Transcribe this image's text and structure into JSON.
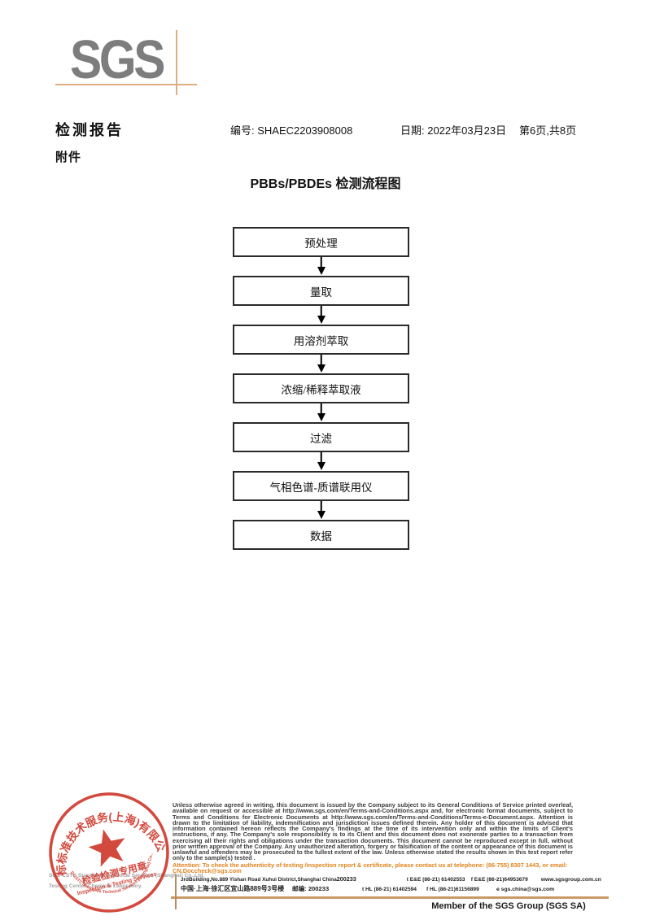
{
  "logo": {
    "text": "SGS"
  },
  "header": {
    "report_title": "检测报告",
    "report_no": "编号: SHAEC2203908008",
    "date": "日期: 2022年03月23日",
    "pages": "第6页,共8页",
    "attachment": "附件"
  },
  "flowchart": {
    "title": "PBBs/PBDEs 检测流程图",
    "steps": [
      "预处理",
      "量取",
      "用溶剂萃取",
      "浓缩/稀释萃取液",
      "过滤",
      "气相色谱-质谱联用仪",
      "数据"
    ]
  },
  "stamp": {
    "ring_text": "通标标准技术服务(上海)有限公司",
    "inner_line1": "检验检测专用章",
    "inner_line2": "Inspection & Testing Services",
    "bottom_arc_text": "SGS-CSTC Standards Technical Services (Shanghai) Co.,Ltd.",
    "gray_line1": "SGS-CSTC Standards Technical Services (Shanghai) Co.,Ltd.",
    "gray_line2": "Testing Center-Chemical Laboratory."
  },
  "footer": {
    "legal": "Unless otherwise agreed in writing, this document is issued by the Company subject to its General Conditions of Service printed overleaf, available on request or accessible at http://www.sgs.com/en/Terms-and-Conditions.aspx and, for electronic format documents, subject to Terms and Conditions for Electronic Documents at http://www.sgs.com/en/Terms-and-Conditions/Terms-e-Document.aspx. Attention is drawn to the limitation of liability, indemnification and jurisdiction issues defined therein. Any holder of this document is advised that information contained hereon reflects the Company's findings at the time of its intervention only and within the limits of Client's instructions, if any. The Company's sole responsibility is to its Client and this document does not exonerate parties to a transaction from exercising all their rights and obligations under the transaction documents. This document cannot be reproduced except in full, without prior written approval of the Company. Any unauthorized alteration, forgery or falsification of the content or appearance of this document is unlawful and offenders may be prosecuted to the fullest extent of the law. Unless otherwise stated the results shown in this test report refer only to the sample(s) tested .",
    "attention": "Attention: To check the authenticity of testing /inspection report & certificate, please contact us at telephone: (86-755) 8307 1443, or email: CN.Doccheck@sgs.com",
    "address_en": "3rdBuilding,No.889 Yishan Road Xuhui District,Shanghai China",
    "postcode_en": "200233",
    "phone_ee": "t E&E (86-21) 61402553",
    "fax_ee": "f E&E (86-21)64953679",
    "website": "www.sgsgroup.com.cn",
    "address_cn": "中国·上海·徐汇区宜山路889号3号楼",
    "postcode_cn": "邮编: 200233",
    "phone_hl": "t HL (86-21) 61402594",
    "fax_hl": "f HL (86-21)61156899",
    "email": "e  sgs.china@sgs.com",
    "member": "Member of the SGS Group (SGS SA)"
  },
  "colors": {
    "accent_tan": "#dfae7e",
    "stamp_red": "#cf3a2e",
    "attention_orange": "#e0821a",
    "logo_gray": "#7d7d7d"
  }
}
